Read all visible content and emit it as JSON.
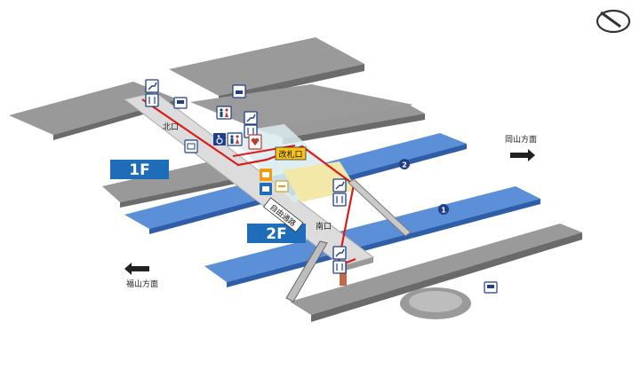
{
  "floors": {
    "f1": "1F",
    "f2": "2F"
  },
  "exits": {
    "north": "北口",
    "south": "南口",
    "gate": "改札口"
  },
  "corridor_sign": "自由通路",
  "directions": {
    "okayama": "岡山方面",
    "fukuyama": "福山方面"
  },
  "platforms": {
    "p1": "1",
    "p2": "2"
  },
  "icons": {
    "escalator": "escalator-icon",
    "elevator": "elevator-icon",
    "restroom": "restroom-icon",
    "accessible": "wheelchair-icon",
    "aed": "aed-icon",
    "ticket": "ticket-machine-icon",
    "ex": "ex-icon",
    "bus": "bus-icon",
    "taxi": "taxi-icon",
    "ic_card": "ic-card-icon",
    "compass": "compass-icon"
  },
  "colors": {
    "track": "#5b8fd8",
    "ground": "#9a9a9a",
    "station": "#e2e2e2",
    "route": "#d81d1d",
    "floor_badge": "#1f6db8",
    "concourse": "#f3e8a8",
    "gate_label": "#f6c21c"
  }
}
